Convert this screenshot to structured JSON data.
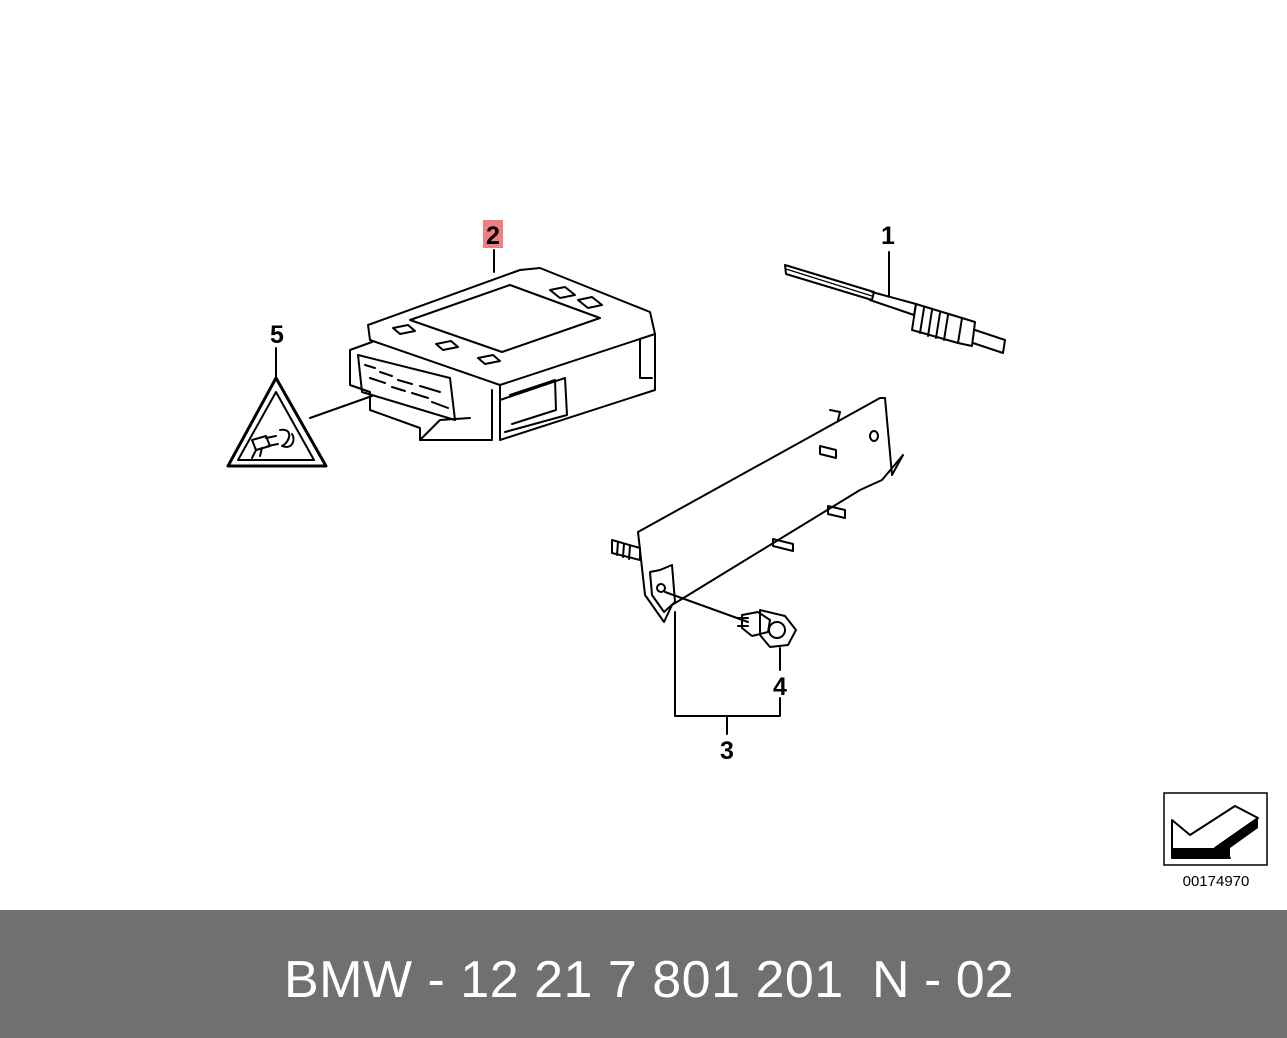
{
  "callouts": {
    "item1": "1",
    "item2": "2",
    "item3": "3",
    "item4": "4",
    "item5": "5"
  },
  "highlight_color": "#f08080",
  "reference_number": "00174970",
  "footer": {
    "title": "BMW - 12 21 7 801 201",
    "code": "N - 02",
    "background": "#707070"
  }
}
